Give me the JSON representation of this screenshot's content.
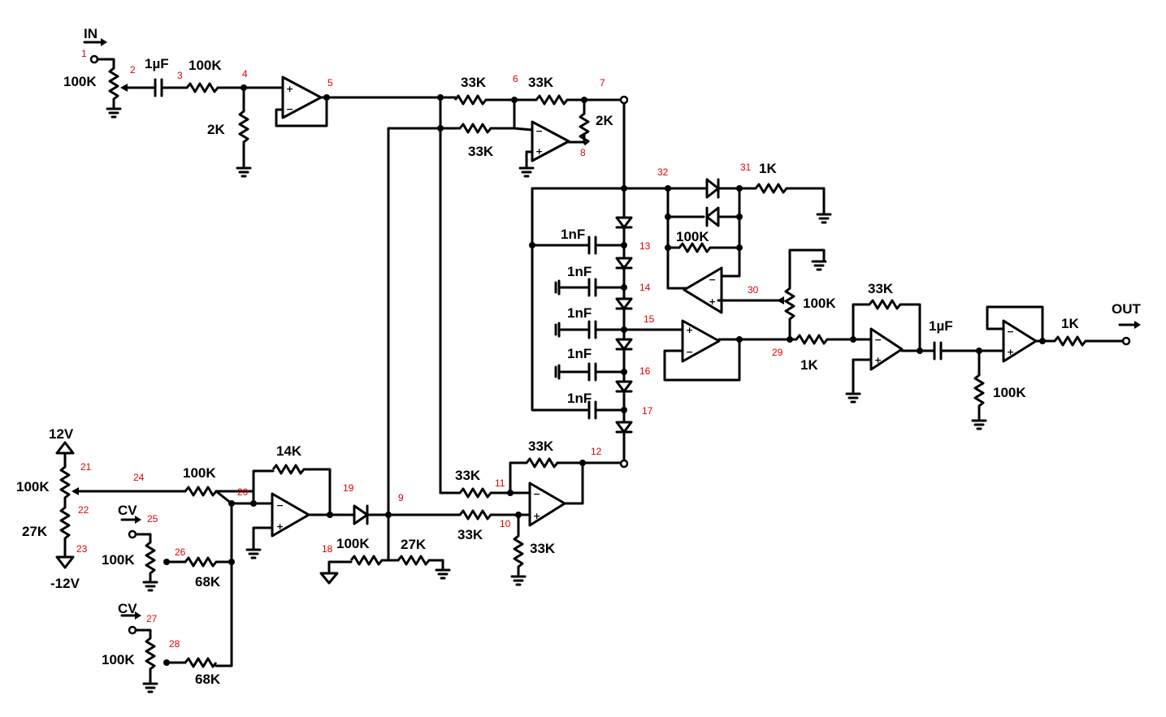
{
  "net_labels": [
    "1",
    "2",
    "3",
    "4",
    "5",
    "6",
    "7",
    "8",
    "9",
    "10",
    "11",
    "12",
    "13",
    "14",
    "15",
    "16",
    "17",
    "18",
    "19",
    "20",
    "21",
    "22",
    "23",
    "24",
    "25",
    "26",
    "27",
    "28",
    "29",
    "30",
    "31",
    "32"
  ],
  "component_labels": {
    "in": "IN",
    "out": "OUT",
    "pot_in": "100K",
    "c_in": "1µF",
    "r_in": "100K",
    "r_in_gnd": "2K",
    "r_5_6": "33K",
    "r_6_7": "33K",
    "r_6_fb": "33K",
    "r_7_gnd": "2K",
    "r_31": "1K",
    "r_fb_100k": "100K",
    "c_13": "1nF",
    "c_14": "1nF",
    "c_15": "1nF",
    "c_16": "1nF",
    "c_17": "1nF",
    "pot_30": "100K",
    "r_29": "1K",
    "r_fb_33k": "33K",
    "c_out": "1µF",
    "r_out_gnd": "100K",
    "r_out": "1K",
    "v_pos": "12V",
    "v_neg": "-12V",
    "r_21": "100K",
    "r_23": "27K",
    "r_24": "100K",
    "cv1": "CV",
    "pot_cv1": "100K",
    "r_26": "68K",
    "cv2": "CV",
    "pot_cv2": "100K",
    "r_28": "68K",
    "r_fb_14k": "14K",
    "r_18": "100K",
    "r_9_gnd": "27K",
    "r_11": "33K",
    "r_9_10": "33K",
    "r_12_fb": "33K",
    "r_10_gnd": "33K"
  },
  "op_amp_symbols": {
    "minus": "−",
    "plus": "+"
  }
}
